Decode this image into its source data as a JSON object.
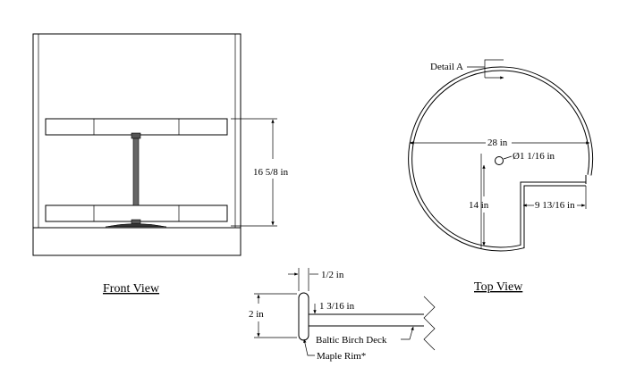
{
  "front_view": {
    "title": "Front View",
    "height_dim": "16 5/8 in"
  },
  "top_view": {
    "title": "Top View",
    "detail_label": "Detail A",
    "diameter_dim": "28 in",
    "hole_dim": "Ø1 1/16 in",
    "radius_dim": "14 in",
    "notch_dim": "9 13/16 in"
  },
  "detail": {
    "rim_width_dim": "1/2 in",
    "height_dim": "2 in",
    "deck_dim": "1 3/16 in",
    "deck_label": "Baltic Birch Deck",
    "rim_label": "Maple Rim*"
  }
}
